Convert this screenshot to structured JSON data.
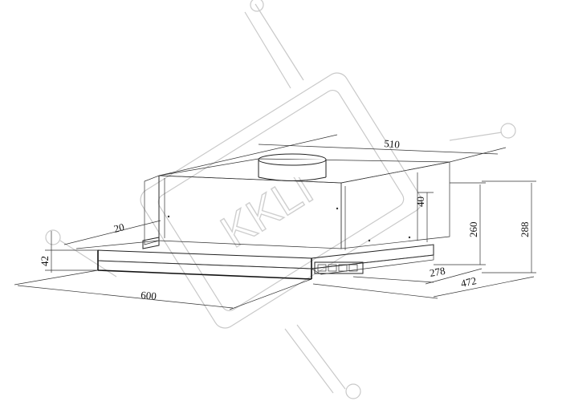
{
  "watermark": {
    "text": "KKLI"
  },
  "dimensions": {
    "width_top": "510",
    "width_front": "600",
    "depth_total": "472",
    "depth_slide": "278",
    "height_total": "288",
    "height_body": "260",
    "flange": "40",
    "panel_height": "42",
    "offset": "20"
  }
}
